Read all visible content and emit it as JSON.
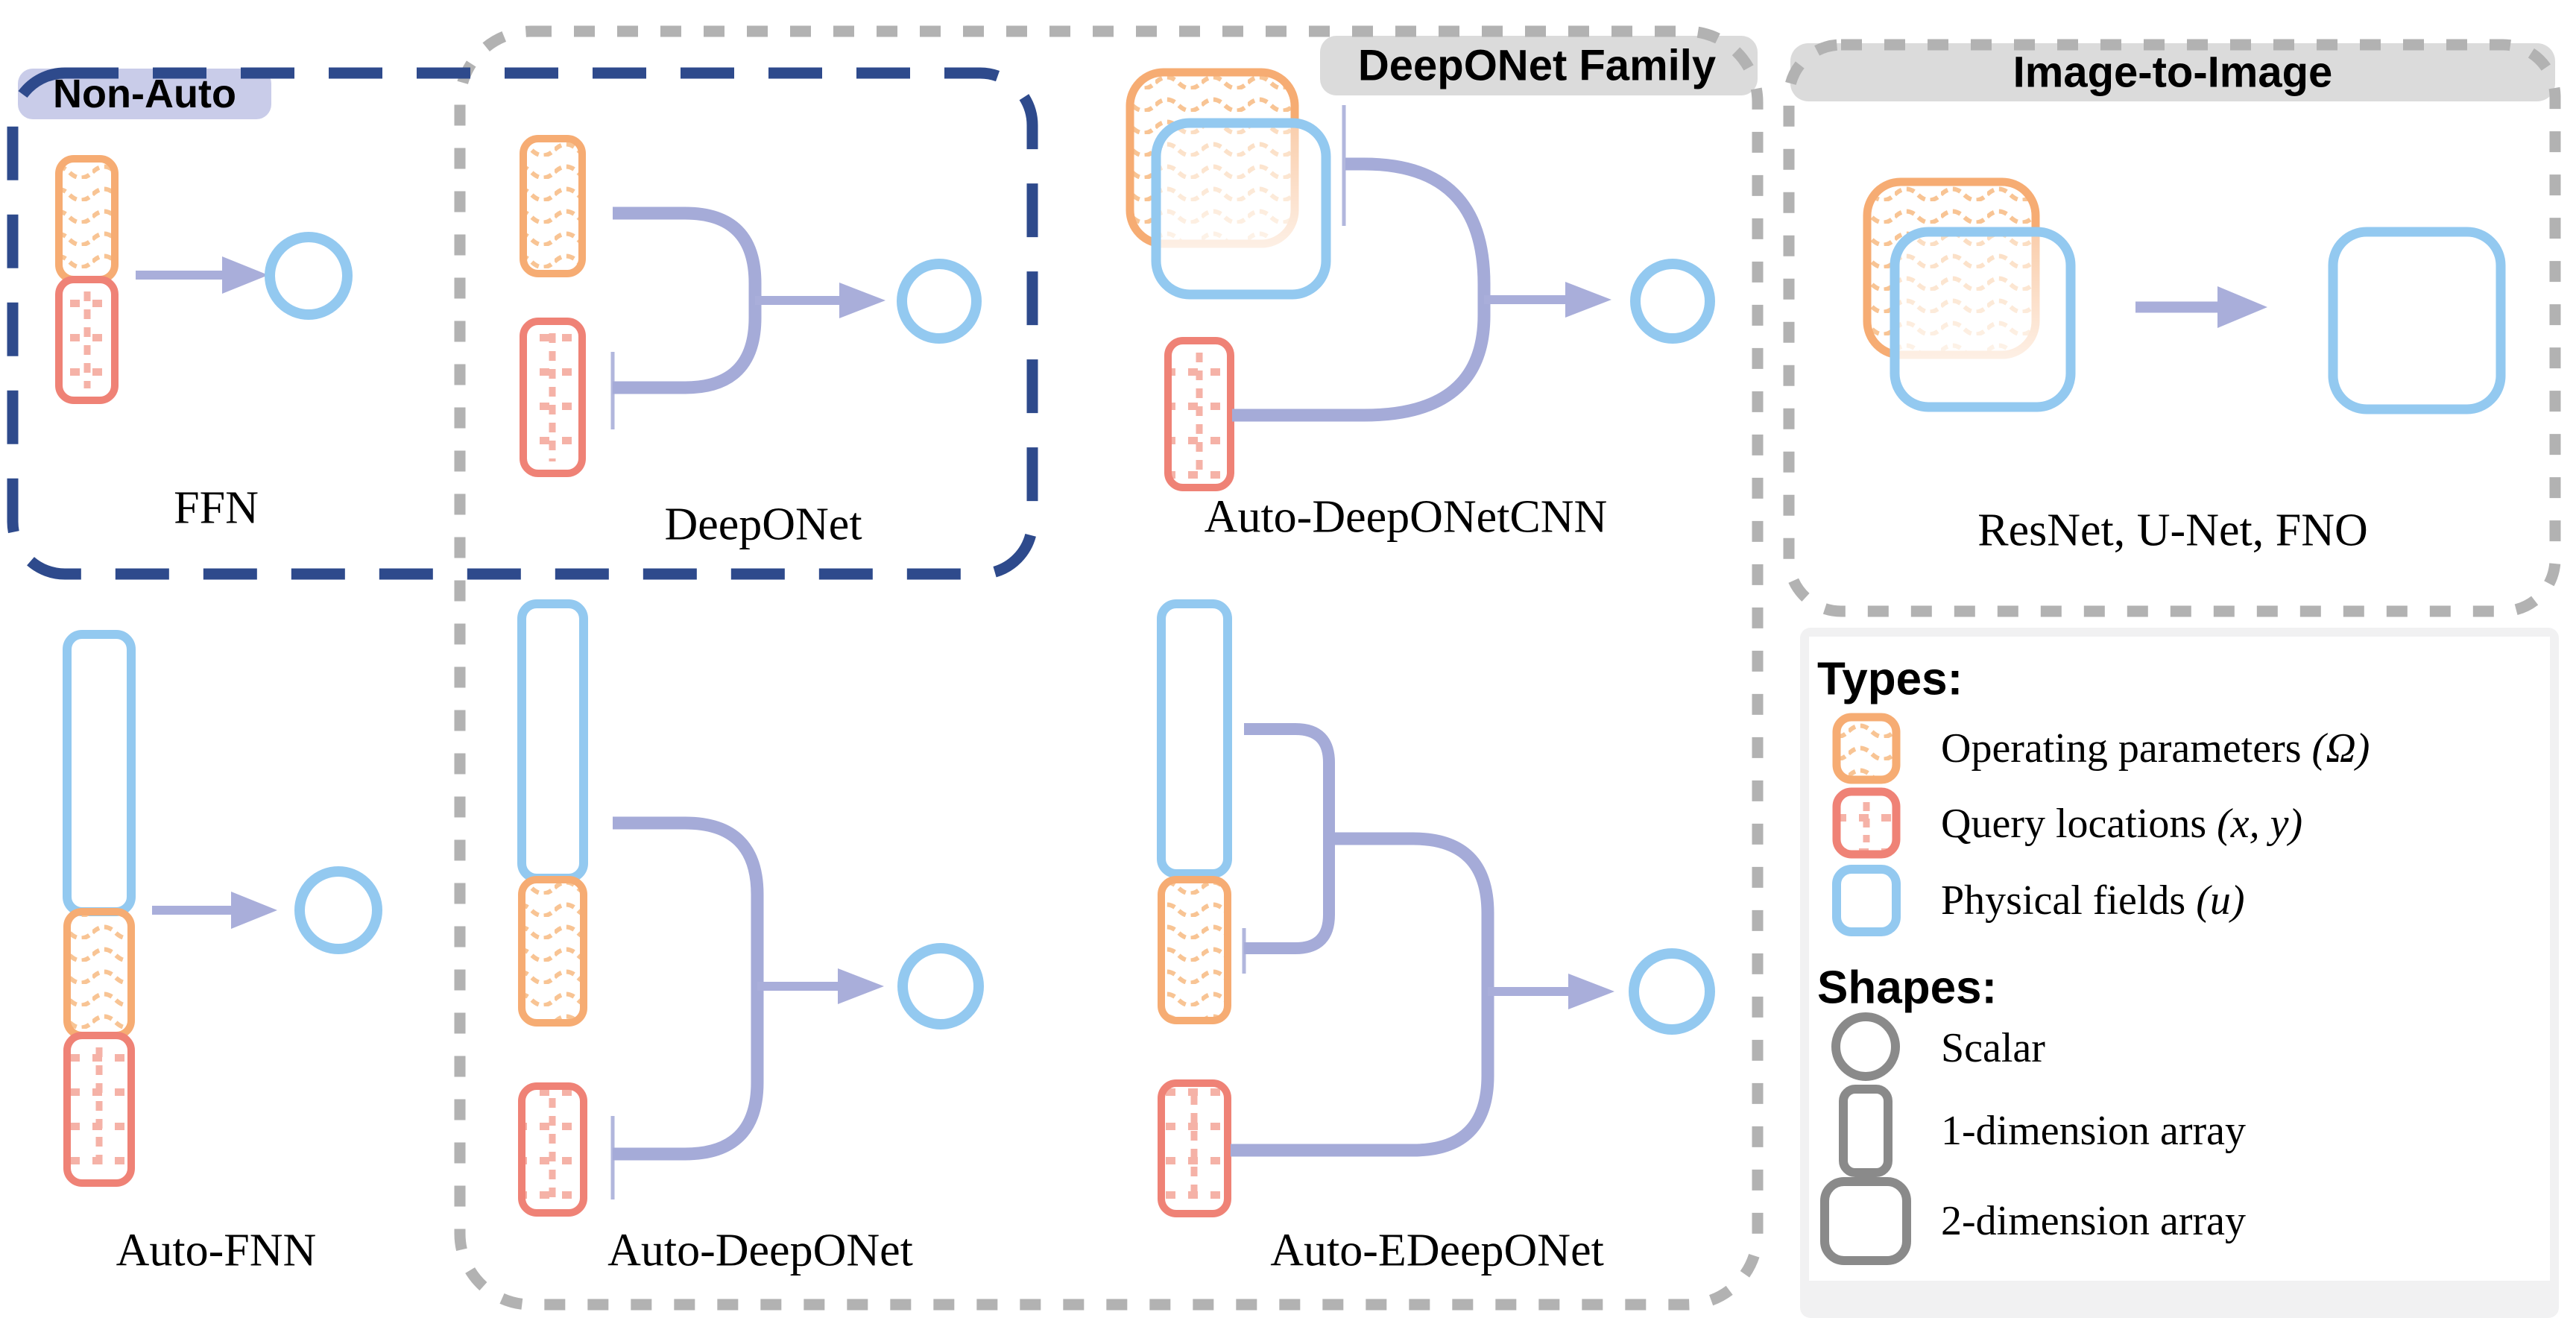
{
  "figure": {
    "headers": {
      "non_auto": "Non-Auto",
      "deeponet_family": "DeepONet Family",
      "image_to_image": "Image-to-Image"
    },
    "models": {
      "ffn": "FFN",
      "deeponet": "DeepONet",
      "auto_deeponetcnn": "Auto-DeepONetCNN",
      "resnet_unet_fno": "ResNet, U-Net, FNO",
      "auto_fnn": "Auto-FNN",
      "auto_deeponet": "Auto-DeepONet",
      "auto_edeeponet": "Auto-EDeepONet"
    },
    "legend": {
      "types_title": "Types:",
      "types": [
        {
          "name": "operating-parameters",
          "label": "Operating parameters ",
          "math": "(Ω)",
          "color": "#F6AC73"
        },
        {
          "name": "query-locations",
          "label": "Query locations ",
          "math": "(x, y)",
          "color": "#EF8276"
        },
        {
          "name": "physical-fields",
          "label": "Physical fields ",
          "math": "(u)",
          "color": "#93C9F0"
        }
      ],
      "shapes_title": "Shapes:",
      "shapes": [
        {
          "name": "scalar",
          "label": "Scalar"
        },
        {
          "name": "array-1d",
          "label": "1-dimension array"
        },
        {
          "name": "array-2d",
          "label": "2-dimension array"
        }
      ]
    },
    "colors": {
      "operating_parameters": "#F6AC73",
      "operating_pattern": "#F8C494",
      "query_locations": "#EF8276",
      "query_pattern": "#F5B2A7",
      "physical_fields": "#93C9F0",
      "connector": "#A5ABD8",
      "non_auto_border": "#2E4A8C",
      "non_auto_label_bg": "#C9CCE9",
      "group_border": "#B2B2B2",
      "group_label_bg": "#DBDBDB",
      "legend_shape": "#8A8A8A"
    }
  }
}
